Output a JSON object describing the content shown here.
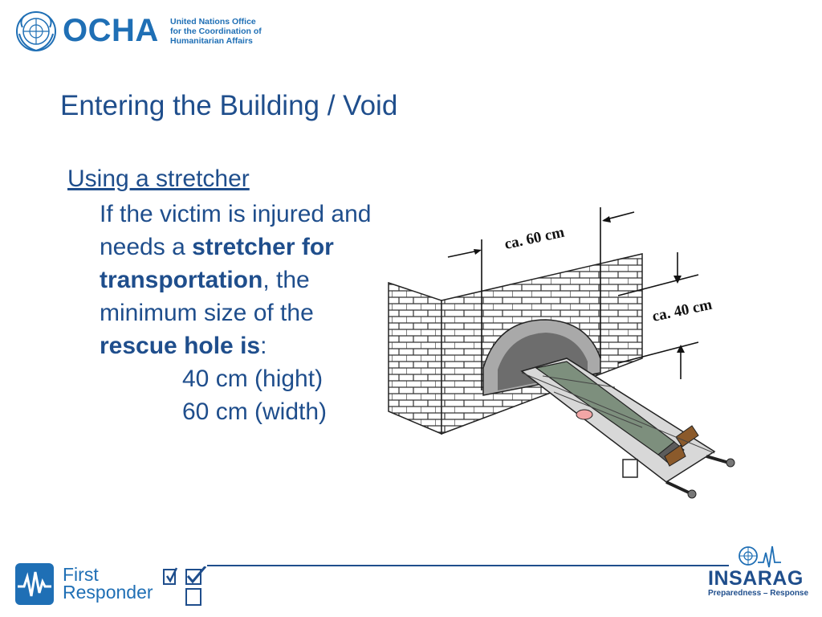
{
  "header": {
    "logo_text": "OCHA",
    "org_lines": [
      "United Nations Office",
      "for the Coordination of",
      "Humanitarian Affairs"
    ]
  },
  "slide": {
    "title": "Entering the Building / Void",
    "subtitle": "Using a stretcher",
    "body": {
      "l1": "If the victim is injured and",
      "l2a": "needs a ",
      "l2b": "stretcher for",
      "l3a": "transportation",
      "l3b": ", the",
      "l4": "minimum size of the",
      "l5a": "rescue hole is",
      "l5b": ":",
      "l6": "40 cm (hight)",
      "l7": "60 cm (width)"
    },
    "figure": {
      "label_width": "ca. 60 cm",
      "label_height": "ca. 40 cm"
    }
  },
  "footer": {
    "first_responder": [
      "First",
      "Responder"
    ],
    "insarag": "INSARAG",
    "insarag_tagline": "Preparedness – Response"
  },
  "colors": {
    "primary": "#1f4e8c",
    "logo_blue": "#1f6fb5"
  }
}
